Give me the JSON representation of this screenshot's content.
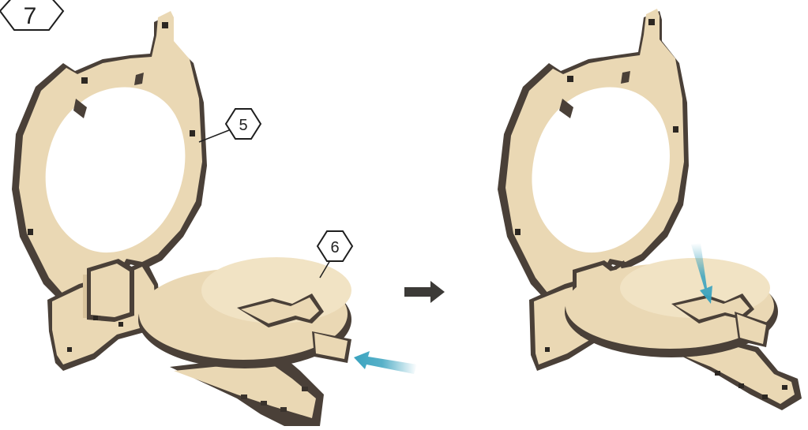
{
  "step": {
    "number": "7"
  },
  "parts": [
    {
      "label": "5",
      "name": "ring"
    },
    {
      "label": "6",
      "name": "base-plate"
    }
  ],
  "colors": {
    "wood": "#ead8b4",
    "wood_light": "#f1e3c4",
    "edge": "#4a4038",
    "outline": "#1e1e1e",
    "arrow_blue": "#3aa3bf",
    "arrow_dark": "#3c3a37"
  },
  "icons": {
    "step_badge": "hexagon-badge",
    "part_badge": "hexagon-badge",
    "transition": "arrow-right-icon",
    "push": "push-arrow-icon"
  }
}
